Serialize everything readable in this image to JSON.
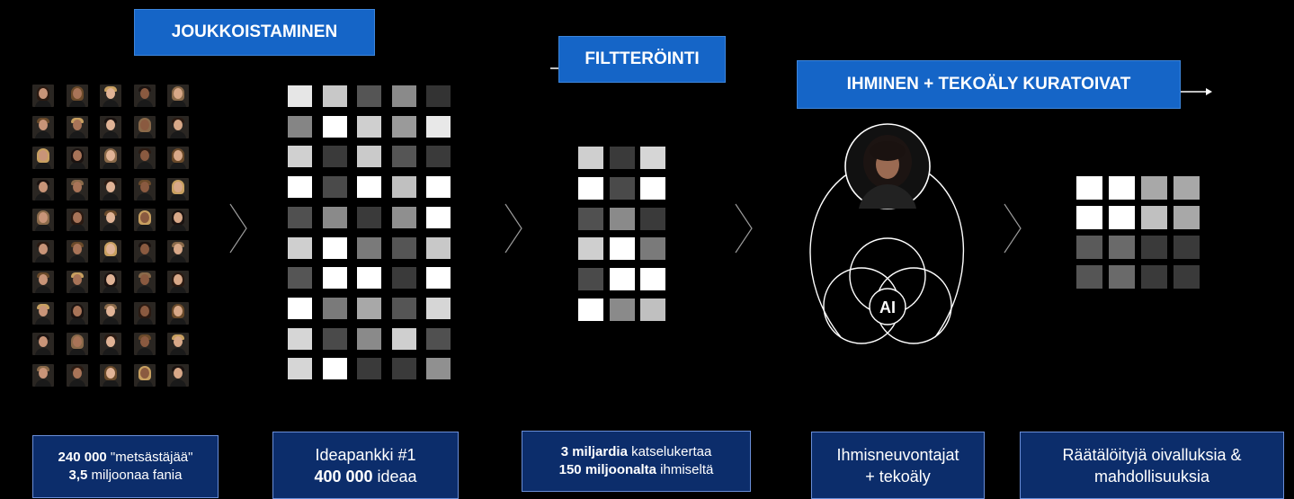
{
  "labels": {
    "crowdsourcing": "JOUKKOISTAMINEN",
    "filtering": "FILTTERÖINTI",
    "curation": "IHMINEN + TEKOÄLY KURATOIVAT"
  },
  "ai_label": "AI",
  "stats": {
    "hunters": {
      "bold1": "240 000",
      "text1": " \"metsästäjää\"",
      "bold2": "3,5",
      "text2": " miljoonaa fania"
    },
    "ideabank": {
      "line1": "Ideapankki #1",
      "bold2": "400 000",
      "text2": " ideaa"
    },
    "views": {
      "bold1": "3 miljardia",
      "text1": " katselukertaa",
      "bold2": "150 miljoonalta",
      "text2": " ihmiseltä"
    },
    "advisors": {
      "line1": "Ihmisneuvontajat",
      "line2": "+ tekoäly"
    },
    "insights": {
      "line1": "Räätälöityjä oivalluksia &",
      "line2": "mahdollisuuksia"
    }
  },
  "colors": {
    "label_bg": "#1565c7",
    "stat_bg": "#0c2d6b",
    "background": "#000000"
  },
  "faces": [
    [
      "f",
      "f",
      "m",
      "m",
      "f"
    ],
    [
      "m",
      "m",
      "m",
      "f",
      "m"
    ],
    [
      "f",
      "f",
      "f",
      "m",
      "f"
    ],
    [
      "m",
      "m",
      "m",
      "m",
      "f"
    ],
    [
      "f",
      "f",
      "m",
      "f",
      "f"
    ],
    [
      "m",
      "m",
      "f",
      "m",
      "m"
    ],
    [
      "m",
      "m",
      "f",
      "m",
      "f"
    ],
    [
      "m",
      "f",
      "m",
      "f",
      "f"
    ],
    [
      "m",
      "f",
      "m",
      "m",
      "m"
    ],
    [
      "m",
      "m",
      "f",
      "f",
      "m"
    ]
  ],
  "idea_grid": [
    [
      "#e6e6e6",
      "#c8c8c8",
      "#555555",
      "#8a8a8a",
      "#333333"
    ],
    [
      "#858585",
      "#ffffff",
      "#cfcfcf",
      "#9a9a9a",
      "#e8e8e8"
    ],
    [
      "#d0d0d0",
      "#3a3a3a",
      "#cacaca",
      "#555555",
      "#3a3a3a"
    ],
    [
      "#ffffff",
      "#4a4a4a",
      "#ffffff",
      "#c0c0c0",
      "#ffffff"
    ],
    [
      "#505050",
      "#8a8a8a",
      "#3a3a3a",
      "#8f8f8f",
      "#ffffff"
    ],
    [
      "#cfcfcf",
      "#ffffff",
      "#7a7a7a",
      "#555555",
      "#c8c8c8"
    ],
    [
      "#555555",
      "#ffffff",
      "#ffffff",
      "#3a3a3a",
      "#ffffff"
    ],
    [
      "#ffffff",
      "#7a7a7a",
      "#a8a8a8",
      "#555555",
      "#d6d6d6"
    ],
    [
      "#d6d6d6",
      "#4a4a4a",
      "#8a8a8a",
      "#cfcfcf",
      "#505050"
    ],
    [
      "#d6d6d6",
      "#ffffff",
      "#3a3a3a",
      "#3a3a3a",
      "#909090"
    ]
  ],
  "filter_grid": [
    [
      "#cfcfcf",
      "#3a3a3a",
      "#d6d6d6"
    ],
    [
      "#ffffff",
      "#4a4a4a",
      "#ffffff"
    ],
    [
      "#505050",
      "#8a8a8a",
      "#3a3a3a"
    ],
    [
      "#cfcfcf",
      "#ffffff",
      "#7a7a7a"
    ],
    [
      "#4a4a4a",
      "#ffffff",
      "#ffffff"
    ],
    [
      "#ffffff",
      "#8a8a8a",
      "#c0c0c0"
    ]
  ],
  "result_grid": [
    [
      "#ffffff",
      "#ffffff",
      "#a8a8a8",
      "#a8a8a8"
    ],
    [
      "#ffffff",
      "#ffffff",
      "#c0c0c0",
      "#a8a8a8"
    ],
    [
      "#5a5a5a",
      "#6a6a6a",
      "#3a3a3a",
      "#3a3a3a"
    ],
    [
      "#555555",
      "#6a6a6a",
      "#3a3a3a",
      "#3a3a3a"
    ]
  ]
}
